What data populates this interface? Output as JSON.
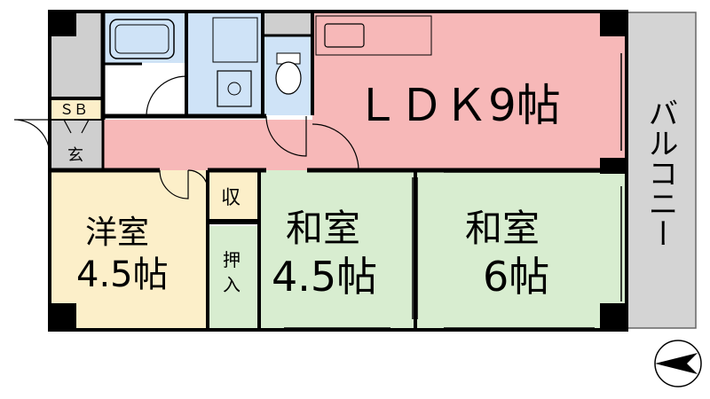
{
  "rooms": {
    "ldk": {
      "label": "ＬＤＫ9帖",
      "fill": "#f7b8b8"
    },
    "western": {
      "line1": "洋室",
      "line2": "4.5帖",
      "fill": "#fcefc9"
    },
    "washitsu_small": {
      "line1": "和室",
      "line2": "4.5帖",
      "fill": "#d8edd0"
    },
    "washitsu_large": {
      "line1": "和室",
      "line2": "6帖",
      "fill": "#d8edd0"
    },
    "balcony": {
      "label": "バルコニー",
      "fill": "#d4d4d4"
    },
    "storage": {
      "label": "収"
    },
    "oshiire": {
      "line1": "押",
      "line2": "入",
      "fill": "#d8edd0"
    },
    "shoe_box": {
      "label": "ＳＢ"
    },
    "entrance": {
      "label": "玄"
    },
    "wet_area_fill": "#cfe3f7"
  },
  "colors": {
    "wall": "#000000",
    "pillar": "#000000",
    "grey": "#cfcfcf"
  }
}
